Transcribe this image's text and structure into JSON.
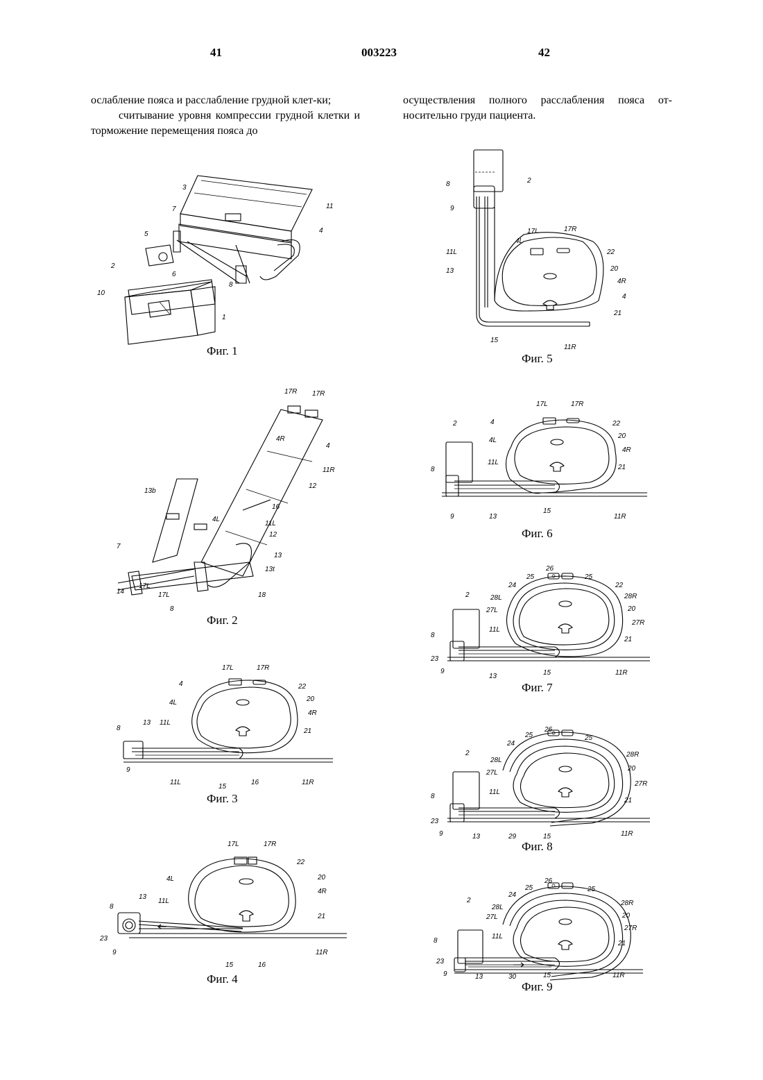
{
  "header": {
    "page_left": "41",
    "patent_number": "003223",
    "page_right": "42"
  },
  "text": {
    "left_p1": "ослабление пояса и расслабление грудной клет-ки;",
    "left_p2": "считывание уровня компрессии грудной клетки и торможение перемещения пояса до",
    "right_p1": "осуществления полного расслабления пояса от-носительно груди пациента."
  },
  "captions": {
    "fig1": "Фиг. 1",
    "fig2": "Фиг. 2",
    "fig3": "Фиг. 3",
    "fig4": "Фиг. 4",
    "fig5": "Фиг. 5",
    "fig6": "Фиг. 6",
    "fig7": "Фиг. 7",
    "fig8": "Фиг. 8",
    "fig9": "Фиг. 9"
  },
  "labels": {
    "fig1": [
      "3",
      "11",
      "7",
      "4",
      "5",
      "6",
      "2",
      "8",
      "10",
      "1"
    ],
    "fig2": [
      "17R",
      "17R",
      "4R",
      "4",
      "11R",
      "13b",
      "12",
      "16",
      "7",
      "4L",
      "11L",
      "12",
      "13",
      "13t",
      "14",
      "17L",
      "17L",
      "8",
      "18"
    ],
    "fig3": [
      "17L",
      "17R",
      "4",
      "22",
      "4L",
      "20",
      "4R",
      "21",
      "8",
      "13",
      "11L",
      "9",
      "11L",
      "15",
      "16",
      "11R"
    ],
    "fig4": [
      "17L",
      "17R",
      "22",
      "4L",
      "20",
      "4R",
      "8",
      "13",
      "11L",
      "21",
      "23",
      "9",
      "15",
      "16",
      "11R"
    ],
    "fig5": [
      "8",
      "2",
      "9",
      "17L",
      "17R",
      "4L",
      "11L",
      "22",
      "13",
      "20",
      "4R",
      "4",
      "21",
      "15",
      "11R"
    ],
    "fig6": [
      "17L",
      "17R",
      "4",
      "22",
      "2",
      "4L",
      "20",
      "4R",
      "11L",
      "21",
      "8",
      "9",
      "13",
      "15",
      "11R"
    ],
    "fig7": [
      "26",
      "25",
      "25",
      "24",
      "22",
      "28L",
      "28R",
      "2",
      "27L",
      "20",
      "27R",
      "11L",
      "21",
      "8",
      "23",
      "9",
      "13",
      "15",
      "11R"
    ],
    "fig8": [
      "26",
      "25",
      "25",
      "24",
      "28R",
      "2",
      "28L",
      "20",
      "27L",
      "27R",
      "11L",
      "21",
      "8",
      "23",
      "9",
      "13",
      "29",
      "15",
      "11R"
    ],
    "fig9": [
      "26",
      "25",
      "25",
      "24",
      "2",
      "28R",
      "28L",
      "20",
      "27L",
      "27R",
      "11L",
      "21",
      "8",
      "23",
      "9",
      "13",
      "30",
      "15",
      "11R"
    ]
  }
}
